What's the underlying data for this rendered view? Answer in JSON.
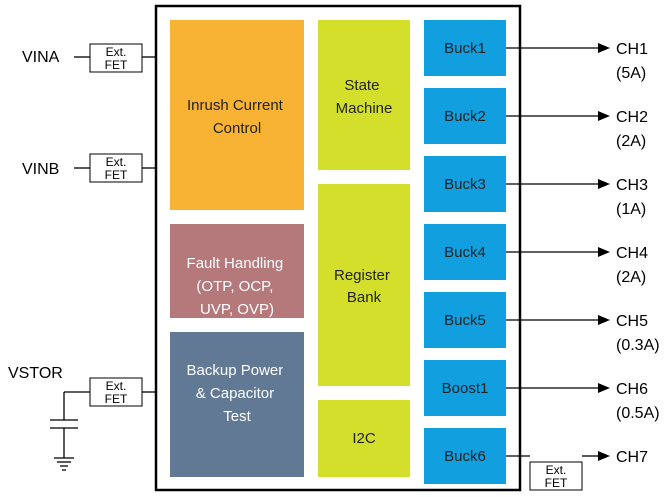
{
  "blocks": {
    "inrush": {
      "lines": [
        "Inrush Current",
        "Control"
      ],
      "color": "#F8B334"
    },
    "fault": {
      "lines": [
        "Fault Handling",
        "(OTP, OCP,",
        "UVP, OVP)"
      ],
      "color": "#B5787B"
    },
    "backup": {
      "lines": [
        "Backup Power",
        "& Capacitor",
        "Test"
      ],
      "color": "#627995"
    },
    "state_machine": {
      "lines": [
        "State",
        "Machine"
      ],
      "color": "#D4DF2B"
    },
    "register_bank": {
      "lines": [
        "Register",
        "Bank"
      ],
      "color": "#D4DF2B"
    },
    "i2c": {
      "lines": [
        "I2C"
      ],
      "color": "#D4DF2B"
    }
  },
  "regulators": [
    {
      "name": "Buck1",
      "channel": "CH1",
      "current": "(5A)"
    },
    {
      "name": "Buck2",
      "channel": "CH2",
      "current": "(2A)"
    },
    {
      "name": "Buck3",
      "channel": "CH3",
      "current": "(1A)"
    },
    {
      "name": "Buck4",
      "channel": "CH4",
      "current": "(2A)"
    },
    {
      "name": "Buck5",
      "channel": "CH5",
      "current": "(0.3A)"
    },
    {
      "name": "Boost1",
      "channel": "CH6",
      "current": "(0.5A)"
    },
    {
      "name": "Buck6",
      "channel": "CH7",
      "current": ""
    }
  ],
  "regulator_color": "#119FE0",
  "inputs": {
    "vina": "VINA",
    "vinb": "VINB",
    "vstor": "VSTOR"
  },
  "fet_label": [
    "Ext.",
    "FET"
  ]
}
